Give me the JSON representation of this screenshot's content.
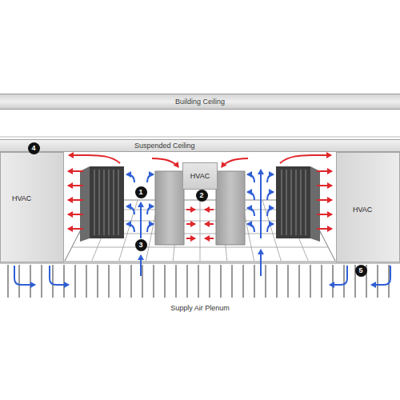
{
  "diagram": {
    "nodes": [
      {
        "text": [
          "Building Ceiling"
        ]
      },
      {
        "text": [
          "Suspended Ceiling"
        ]
      },
      {
        "text": [
          "HVAC"
        ]
      },
      {
        "text": [
          "HVAC"
        ]
      },
      {
        "text": [
          "HVAC"
        ]
      },
      {
        "text": [
          "Supply Air Plenum"
        ]
      }
    ],
    "labels": [
      "4",
      "1",
      "2",
      "3",
      "5"
    ]
  }
}
